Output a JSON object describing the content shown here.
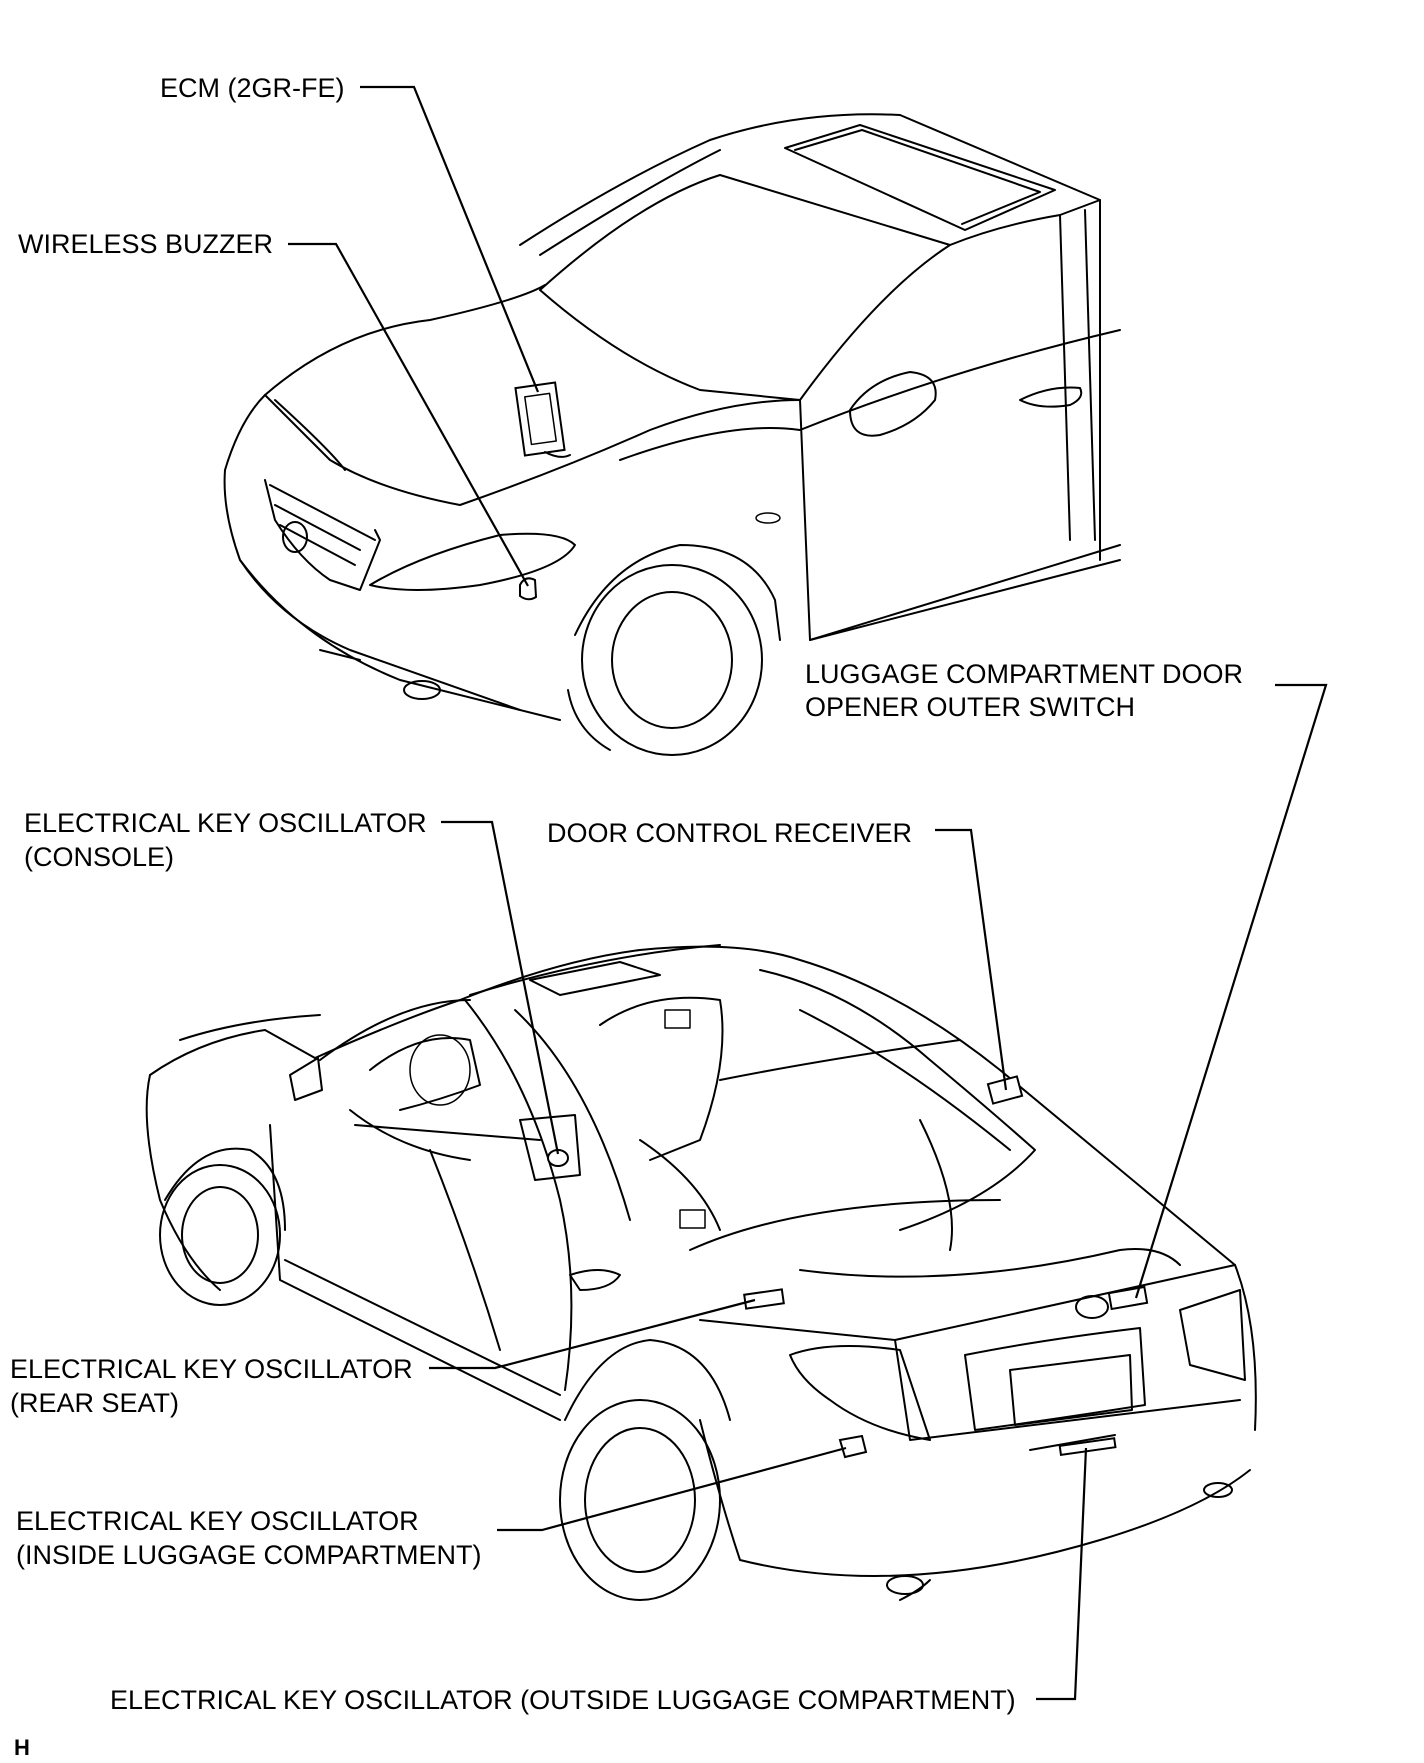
{
  "figure": {
    "corner_code": "H",
    "labels": {
      "ecm": "ECM (2GR-FE)",
      "wireless_buzzer": "WIRELESS BUZZER",
      "luggage_door_switch_line1": "LUGGAGE COMPARTMENT DOOR",
      "luggage_door_switch_line2": "OPENER OUTER SWITCH",
      "osc_console_line1": "ELECTRICAL KEY OSCILLATOR",
      "osc_console_line2": "(CONSOLE)",
      "door_control_receiver": "DOOR CONTROL RECEIVER",
      "osc_rear_seat_line1": "ELECTRICAL KEY OSCILLATOR",
      "osc_rear_seat_line2": "(REAR SEAT)",
      "osc_inside_luggage_line1": "ELECTRICAL KEY OSCILLATOR",
      "osc_inside_luggage_line2": "(INSIDE LUGGAGE COMPARTMENT)",
      "osc_outside_luggage": "ELECTRICAL KEY OSCILLATOR (OUTSIDE LUGGAGE COMPARTMENT)"
    }
  }
}
